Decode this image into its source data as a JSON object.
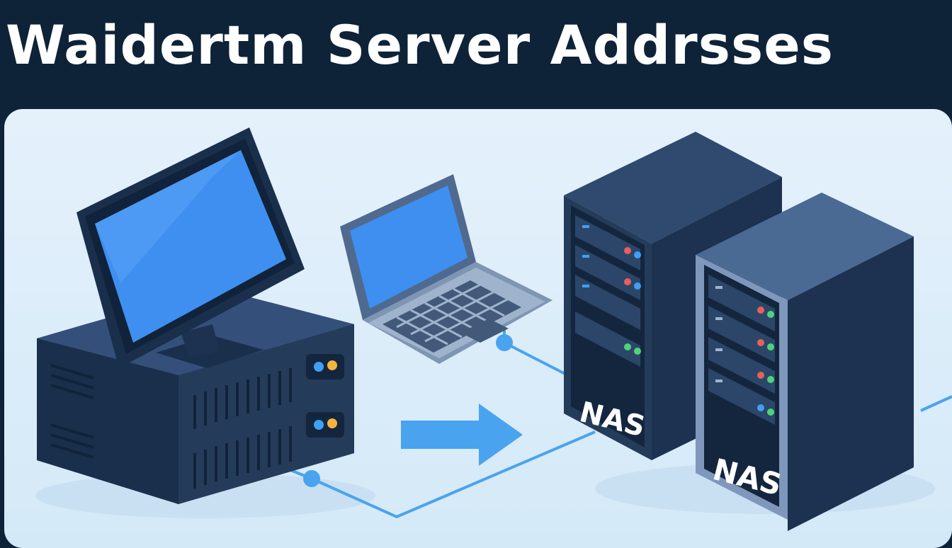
{
  "header": {
    "title": "Waidertm Server Addrsses"
  },
  "illustration": {
    "nas_front_label": "NAS",
    "nas_back_label": "NAS",
    "colors": {
      "background": "#0e2238",
      "panel": "#dcebf8",
      "screen": "#3f8ff0",
      "chassis": "#243c5a",
      "link": "#4aa3ee",
      "led_green": "#4fd37a",
      "led_red": "#e8605a",
      "led_blue": "#3fa0f5",
      "led_orange": "#f5b440"
    },
    "icons": [
      "desktop-computer-icon",
      "laptop-icon",
      "arrow-right-icon",
      "nas-server-icon",
      "network-link-icon"
    ]
  }
}
